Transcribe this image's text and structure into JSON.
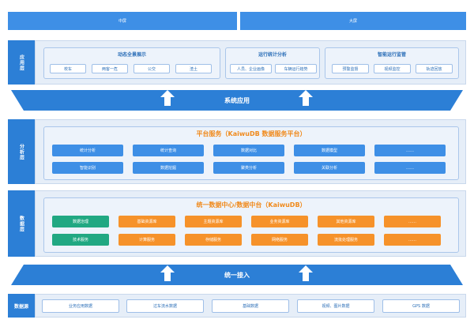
{
  "top_bars": [
    "中屏",
    "大屏"
  ],
  "app_layer": {
    "label": "应用层",
    "groups": [
      {
        "title": "动态全景展示",
        "items": [
          "校车",
          "两客一危",
          "公交",
          "渣土"
        ]
      },
      {
        "title": "运行统计分析",
        "items": [
          "人员、企业画像",
          "车辆运行趋势"
        ]
      },
      {
        "title": "智能运行监管",
        "items": [
          "预警监督",
          "视频监控",
          "轨迹回放"
        ]
      }
    ]
  },
  "system_app": {
    "label": "系统应用"
  },
  "analysis_layer": {
    "label": "分析层",
    "title": "平台服务（KaiwuDB 数据服务平台）",
    "rows": [
      [
        "统计分析",
        "统计查询",
        "数据对比",
        "数据模型",
        "……"
      ],
      [
        "智能识别",
        "数据挖掘",
        "聚类分析",
        "关联分析",
        "……"
      ]
    ]
  },
  "data_layer": {
    "label": "数据层",
    "title": "统一数据中心/数据中台（KaiwuDB）",
    "rows": [
      [
        "数据治理",
        "基础资源库",
        "主题资源库",
        "业务资源库",
        "其他资源库",
        "……"
      ],
      [
        "技术服务",
        "计算服务",
        "存储服务",
        "网络服务",
        "流批处理服务",
        "……"
      ]
    ]
  },
  "unified_access": {
    "label": "统一接入"
  },
  "source_layer": {
    "label": "数据源",
    "items": [
      "业务应用数据",
      "过车流水数据",
      "基础数据",
      "视频、图片数据",
      "GPS 数据"
    ]
  },
  "colors": {
    "primary": "#2c7fd6",
    "accent_orange": "#f6922a",
    "accent_green": "#21a882",
    "band_bg": "#e6eef8"
  },
  "icons": {
    "arrow": "up-arrow-icon"
  }
}
